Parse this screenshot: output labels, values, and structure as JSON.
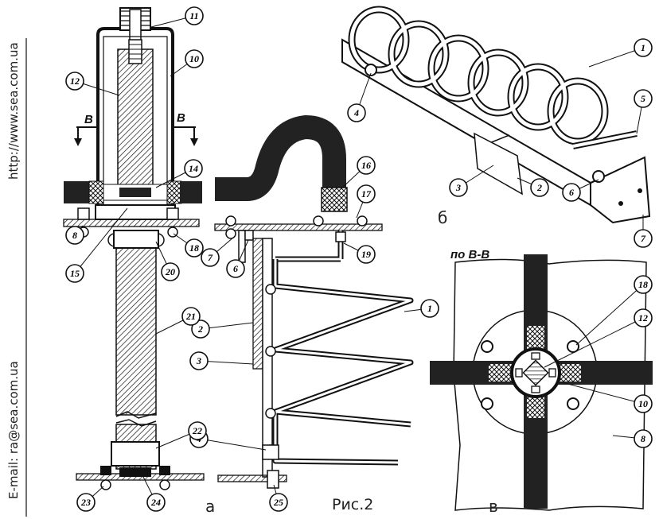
{
  "side_text": {
    "url": "http://www.sea.com.ua",
    "email": "E-mail: ra@sea.com.ua"
  },
  "figure_caption": "Рис.2",
  "subfigures": {
    "a": "а",
    "b": "б",
    "v": "в"
  },
  "section_label": "по В-В",
  "cut_marks": {
    "left": "В",
    "right": "В"
  },
  "callouts": [
    "1",
    "2",
    "3",
    "4",
    "5",
    "6",
    "7",
    "8",
    "10",
    "11",
    "12",
    "14",
    "15",
    "16",
    "17",
    "18",
    "19",
    "20",
    "21",
    "22",
    "23",
    "24",
    "25"
  ],
  "callout_positions_note": ""
}
